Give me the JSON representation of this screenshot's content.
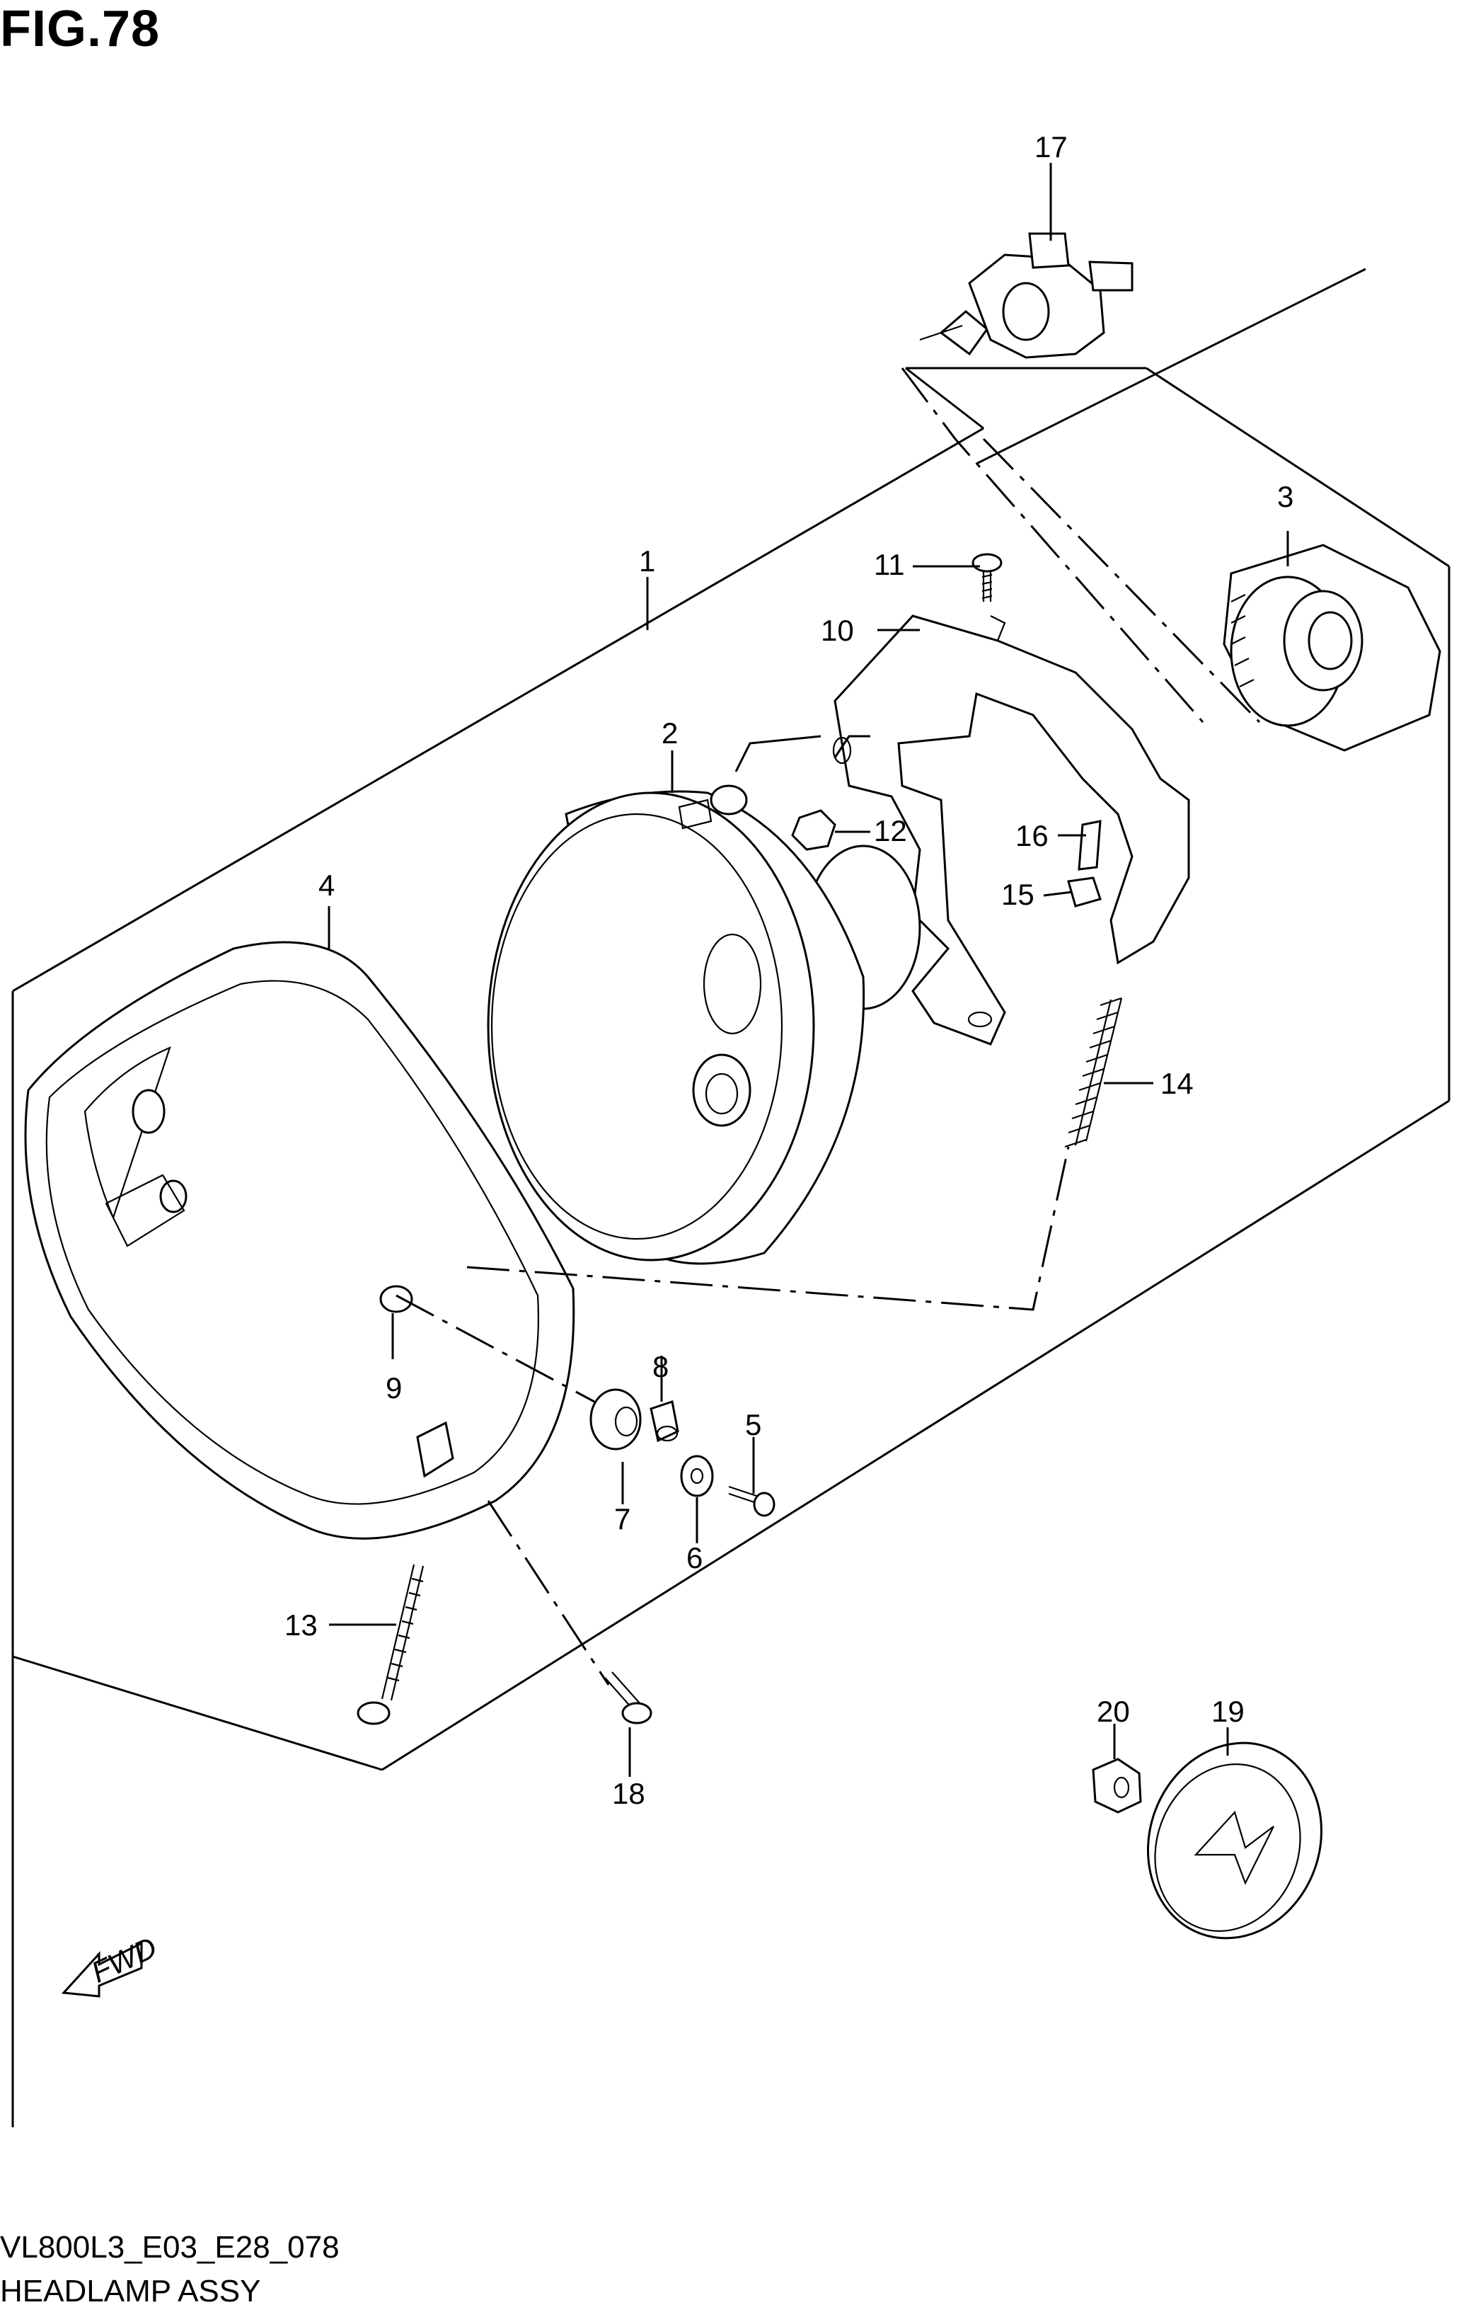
{
  "figure": {
    "title": "FIG.78",
    "model_code": "VL800L3_E03_E28_078",
    "assembly_name": "HEADLAMP ASSY"
  },
  "fwd_arrow_label": "FWD",
  "callouts": [
    "1",
    "2",
    "3",
    "4",
    "5",
    "6",
    "7",
    "8",
    "9",
    "10",
    "11",
    "12",
    "13",
    "14",
    "15",
    "16",
    "17",
    "18",
    "19",
    "20"
  ],
  "parts": [
    {
      "ref": "1",
      "name": "headlamp-assembly-outline"
    },
    {
      "ref": "2",
      "name": "headlamp-unit"
    },
    {
      "ref": "3",
      "name": "socket-cover"
    },
    {
      "ref": "4",
      "name": "headlamp-rim"
    },
    {
      "ref": "5",
      "name": "screw"
    },
    {
      "ref": "6",
      "name": "washer"
    },
    {
      "ref": "7",
      "name": "cushion"
    },
    {
      "ref": "8",
      "name": "spacer"
    },
    {
      "ref": "9",
      "name": "nut"
    },
    {
      "ref": "10",
      "name": "mounting-bracket"
    },
    {
      "ref": "11",
      "name": "screw"
    },
    {
      "ref": "12",
      "name": "nut"
    },
    {
      "ref": "13",
      "name": "adjusting-screw"
    },
    {
      "ref": "14",
      "name": "spring"
    },
    {
      "ref": "15",
      "name": "clip"
    },
    {
      "ref": "16",
      "name": "pin"
    },
    {
      "ref": "17",
      "name": "bulb"
    },
    {
      "ref": "18",
      "name": "screw"
    },
    {
      "ref": "19",
      "name": "position-lamp"
    },
    {
      "ref": "20",
      "name": "nut"
    }
  ]
}
